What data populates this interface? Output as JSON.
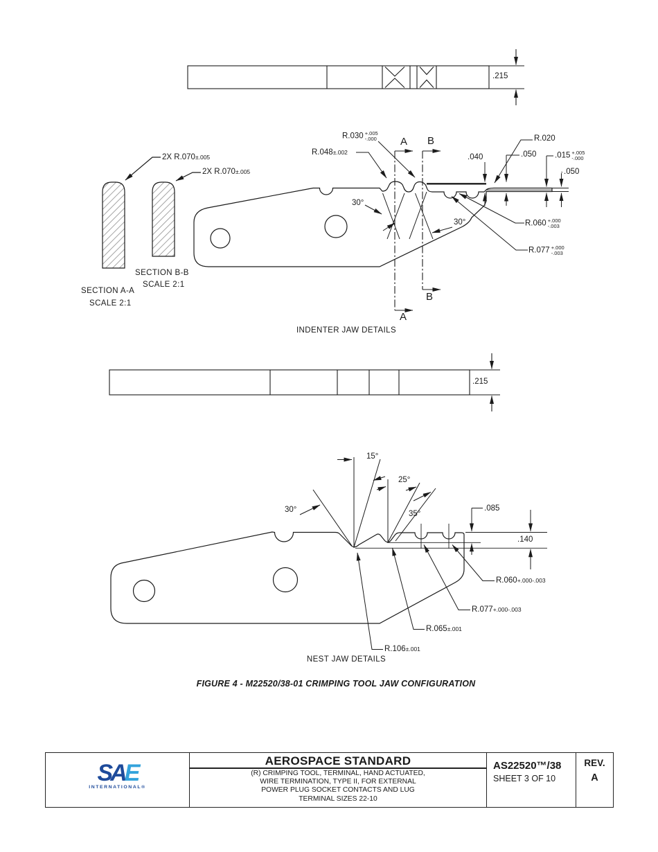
{
  "top_blade": {
    "dim_215": ".215"
  },
  "mid_blade": {
    "dim_215": ".215"
  },
  "sections": {
    "callout_a": {
      "base": "2X R.070",
      "tol": "±.005"
    },
    "callout_b": {
      "base": "2X R.070",
      "tol": "±.005"
    },
    "aa_title": "SECTION A-A",
    "aa_scale": "SCALE 2:1",
    "bb_title": "SECTION B-B",
    "bb_scale": "SCALE 2:1"
  },
  "indenter": {
    "caption": "INDENTER JAW DETAILS",
    "r048": {
      "base": "R.048",
      "tol": "±.002"
    },
    "r030": {
      "base": "R.030",
      "tol_plus": "+.005",
      "tol_minus": "-.000"
    },
    "angle_left": "30°",
    "angle_right": "30°",
    "dim_040": ".040",
    "dim_050_upper": ".050",
    "r020": "R.020",
    "dim_015": {
      "base": ".015",
      "tol_plus": "+.005",
      "tol_minus": "-.000"
    },
    "dim_050_right": ".050",
    "r060": {
      "base": "R.060",
      "tol_plus": "+.000",
      "tol_minus": "-.003"
    },
    "r077": {
      "base": "R.077",
      "tol_plus": "+.000",
      "tol_minus": "-.003"
    },
    "section_a": "A",
    "section_b": "B"
  },
  "nest": {
    "caption": "NEST JAW DETAILS",
    "angle_30": "30°",
    "angle_15": "15°",
    "angle_25": "25°",
    "angle_35": "35°",
    "dim_085": ".085",
    "dim_140": ".140",
    "r060": {
      "base": "R.060",
      "tol": "+.000-.003"
    },
    "r077": {
      "base": "R.077",
      "tol": "+.000-.003"
    },
    "r065": {
      "base": "R.065",
      "tol": "±.001"
    },
    "r106": {
      "base": "R.106",
      "tol": "±.001"
    }
  },
  "figure_caption": "FIGURE 4 - M22520/38-01 CRIMPING TOOL JAW CONFIGURATION",
  "title_block": {
    "logo_s": "S",
    "logo_a": "A",
    "logo_e": "E",
    "logo_sub": "INTERNATIONAL®",
    "logo_dark_blue": "#1e4b9b",
    "logo_light_blue": "#33a3dc",
    "title": "AEROSPACE STANDARD",
    "subtitle_lines": [
      "(R) CRIMPING TOOL, TERMINAL, HAND ACTUATED,",
      "WIRE TERMINATION, TYPE II, FOR EXTERNAL",
      "POWER PLUG SOCKET CONTACTS AND LUG",
      "TERMINAL SIZES 22-10"
    ],
    "doc_number": "AS22520™/38",
    "sheet": "SHEET 3 OF 10",
    "rev_label": "REV.",
    "rev_value": "A"
  }
}
